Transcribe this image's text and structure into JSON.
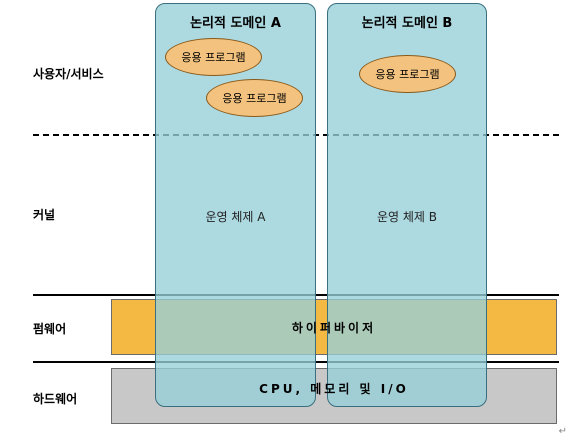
{
  "layers": {
    "user_services": "사용자/서비스",
    "kernel": "커널",
    "firmware": "펌웨어",
    "hardware": "하드웨어"
  },
  "domains": [
    {
      "title": "논리적 도메인 A",
      "os": "운영 체제 A",
      "apps": [
        "응용 프로그램",
        "응용 프로그램"
      ]
    },
    {
      "title": "논리적 도메인 B",
      "os": "운영 체제 B",
      "apps": [
        "응용 프로그램"
      ]
    }
  ],
  "hypervisor": "하이퍼바이저",
  "hardware_resources": "CPU, 메모리 및 I/O",
  "colors": {
    "domain_fill": "#96ced8",
    "app_fill": "#f2c27e",
    "firmware_fill": "#f4b942",
    "hardware_fill": "#c8c8c8"
  },
  "corner_mark": "↵"
}
